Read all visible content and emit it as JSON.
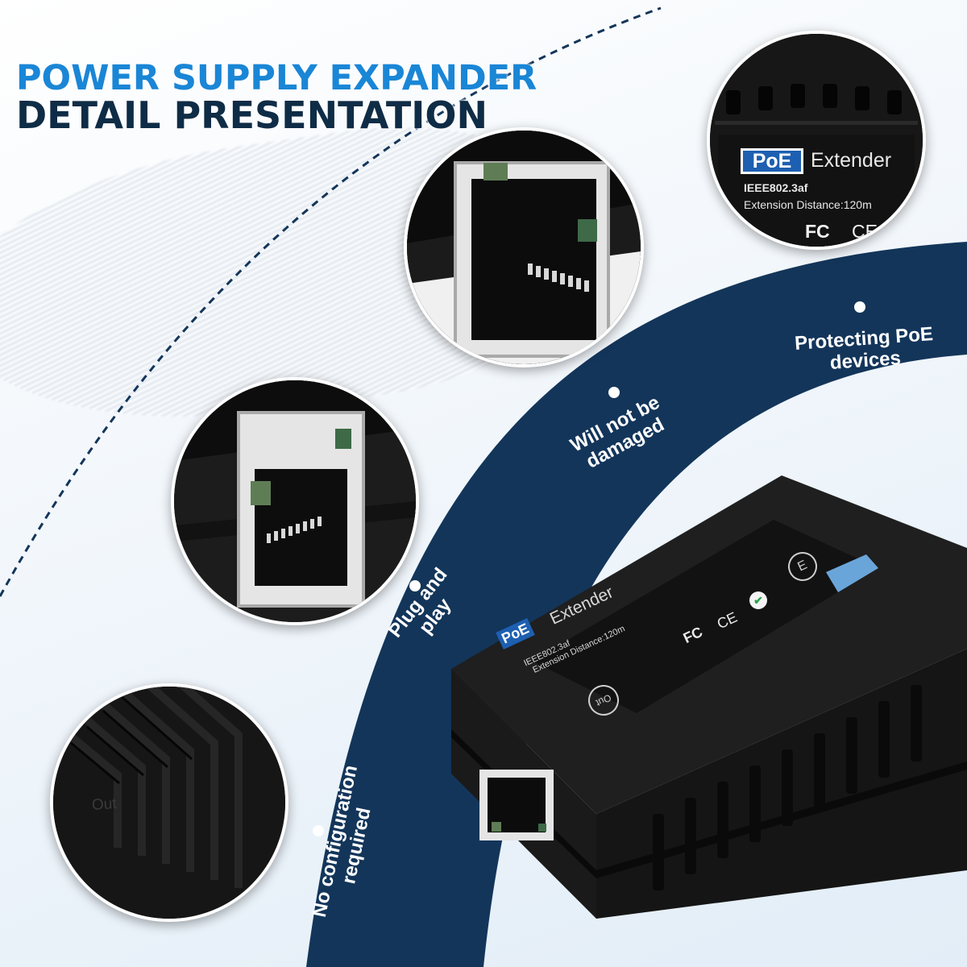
{
  "headline": {
    "line1": "POWER SUPPLY EXPANDER",
    "line2": "DETAIL PRESENTATION"
  },
  "colors": {
    "accent_blue": "#1a86d6",
    "navy": "#13355a",
    "title_dark": "#0f2c46",
    "label_badge": "#1d5fb1"
  },
  "label_closeup": {
    "badge": "PoE",
    "product": "Extender",
    "standard": "IEEE802.3af",
    "distance": "Extension Distance:120m",
    "cert_fc": "FC",
    "cert_ce": "CE"
  },
  "features": [
    {
      "text": "Protecting PoE devices",
      "icon": "white-dot"
    },
    {
      "text": "Will not be damaged",
      "icon": "white-dot"
    },
    {
      "text": "Plug and play",
      "icon": "white-dot"
    },
    {
      "text": "No configuration required",
      "icon": "white-dot"
    }
  ],
  "embossed_closeup": {
    "port_marking": "Out"
  },
  "device": {
    "badge": "PoE",
    "product": "Extender",
    "standard": "IEEE802.3af",
    "distance": "Extension Distance:120m",
    "cert_fc": "FC",
    "cert_ce": "CE",
    "port_marking": "Out",
    "port_icon": "E"
  }
}
